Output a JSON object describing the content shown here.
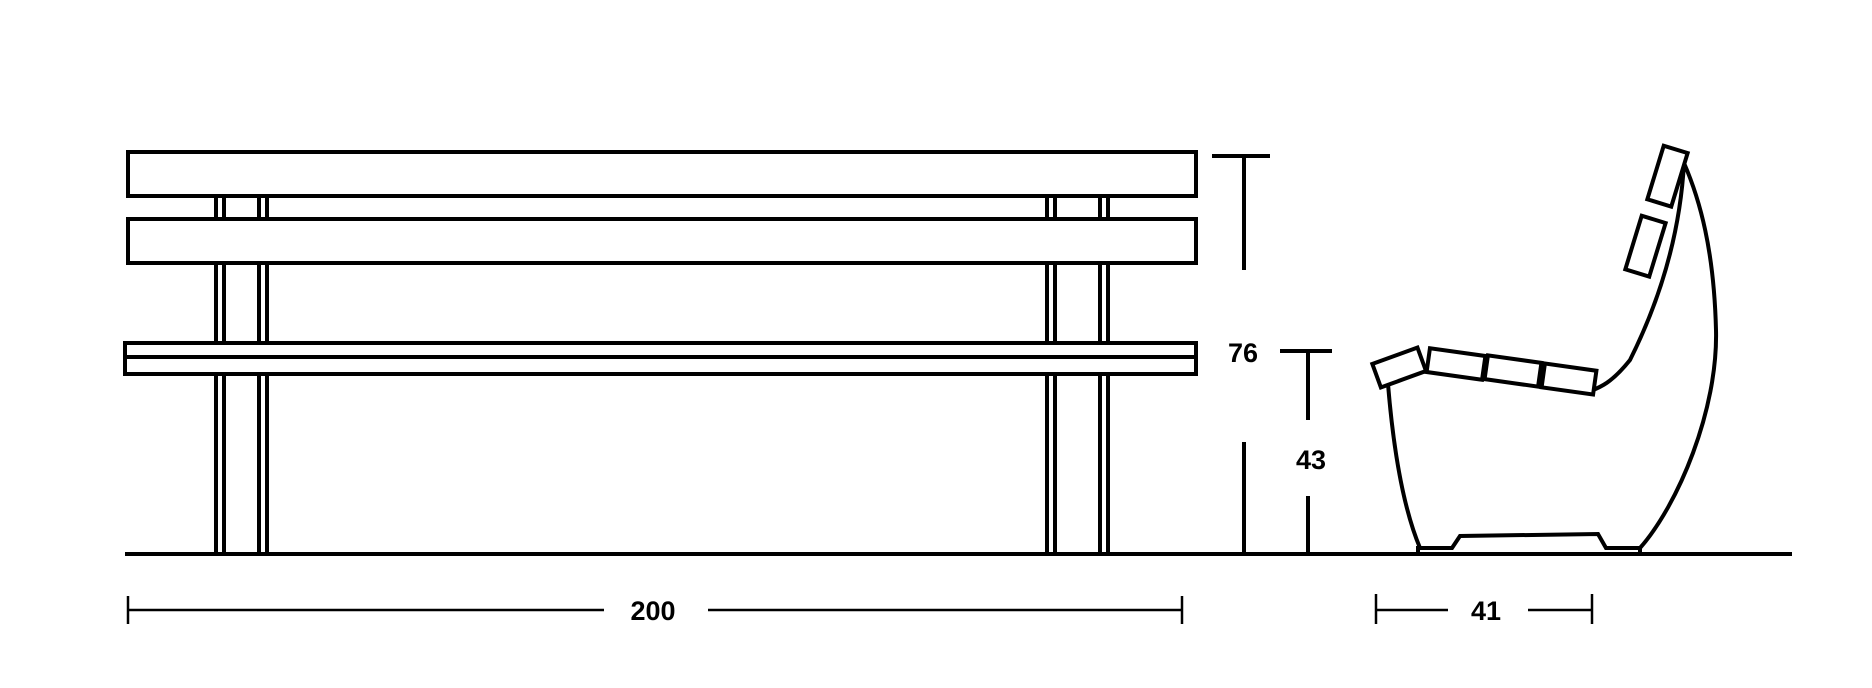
{
  "dimensions": {
    "total_height": "76",
    "seat_height": "43",
    "total_length": "200",
    "seat_depth": "41"
  },
  "colors": {
    "stroke": "#000000",
    "background": "#ffffff"
  }
}
